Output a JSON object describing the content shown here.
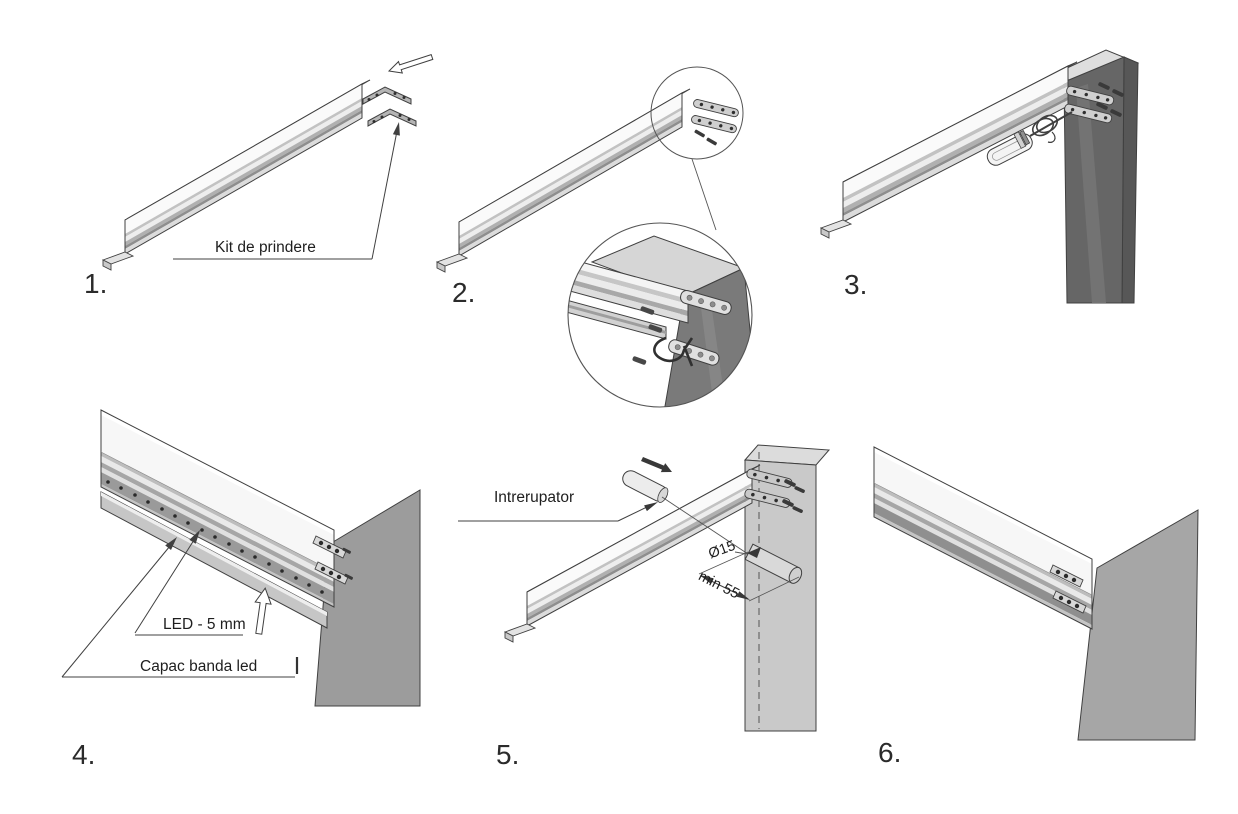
{
  "diagram": {
    "type": "assembly-instructions",
    "background": "#ffffff",
    "line_color": "#404040",
    "panel_colors": {
      "step2_detail": "#7a7a7a",
      "step3": "#666666",
      "step4": "#9c9c9c",
      "step5": "#c9c9c9",
      "step6": "#a6a6a6"
    },
    "steps": [
      {
        "number": "1.",
        "label_kit": "Kit de prindere"
      },
      {
        "number": "2."
      },
      {
        "number": "3."
      },
      {
        "number": "4.",
        "label_led": "LED - 5 mm",
        "label_cover": "Capac banda led"
      },
      {
        "number": "5.",
        "label_switch": "Intrerupator",
        "label_diameter": "Ø15",
        "label_min_depth": "min 55"
      },
      {
        "number": "6."
      }
    ]
  }
}
